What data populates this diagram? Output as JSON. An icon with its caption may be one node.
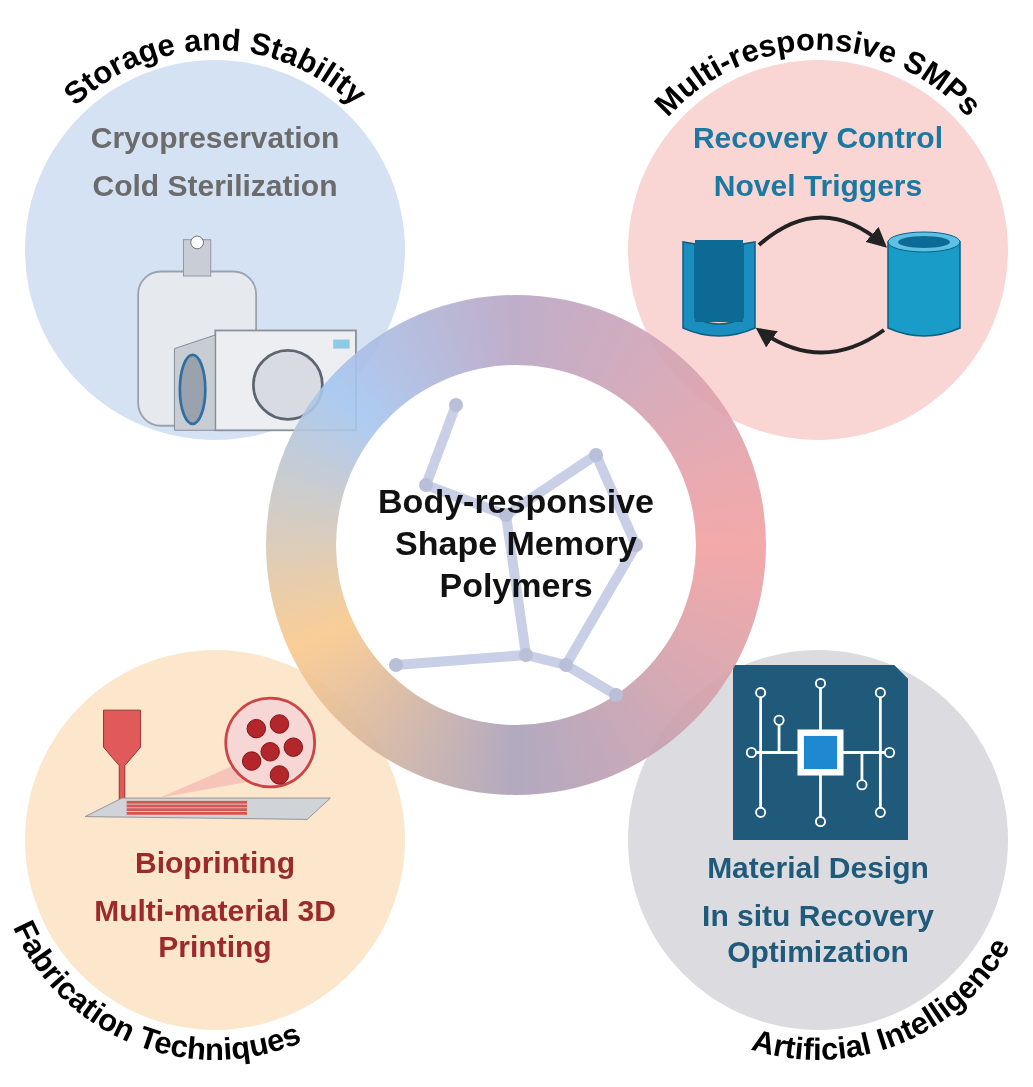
{
  "diagram": {
    "nodes": [
      {
        "text": [
          "Storage and Stability",
          "Cryopreservation",
          "Cold Sterilization"
        ]
      },
      {
        "text": [
          "Multi-responsive SMPs",
          "Recovery Control",
          "Novel Triggers"
        ]
      },
      {
        "text": [],
        "shape": "cylinder",
        "in": 1
      },
      {
        "text": [],
        "shape": "cylinder",
        "in": 1
      },
      {
        "text": [
          "Body-responsive Shape Memory Polymers"
        ]
      },
      {
        "text": [
          "Bioprinting",
          "Multi-material 3D Printing",
          "Fabrication Techniques"
        ]
      },
      {
        "text": [
          "Material Design",
          "In situ Recovery Optimization",
          "Artificial Intelligence"
        ]
      }
    ],
    "edges": [
      {
        "from": 2,
        "to": 3,
        "arrow": "to"
      },
      {
        "from": 3,
        "to": 2,
        "arrow": "to"
      }
    ]
  }
}
